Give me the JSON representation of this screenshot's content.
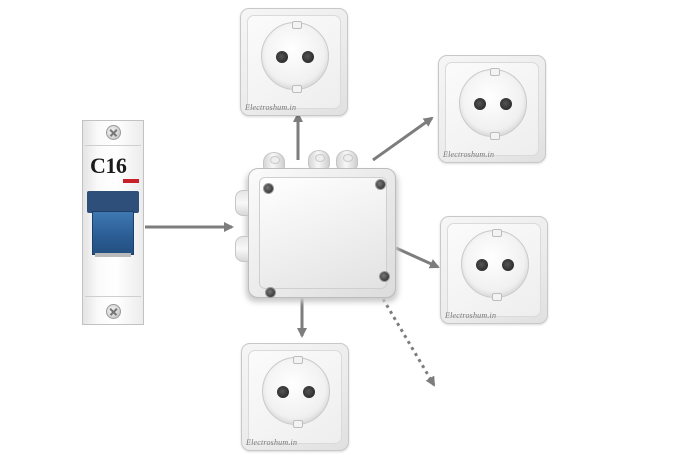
{
  "breaker": {
    "rating": "C16"
  },
  "sockets": [
    {
      "id": "top",
      "watermark": "Electroshum.in"
    },
    {
      "id": "upper-right",
      "watermark": "Electroshum.in"
    },
    {
      "id": "lower-right",
      "watermark": "Electroshum.in"
    },
    {
      "id": "bottom",
      "watermark": "Electroshum.in"
    }
  ],
  "connectors": [
    {
      "from": "breaker",
      "to": "junction-box",
      "style": "solid"
    },
    {
      "from": "junction-box",
      "to": "socket-top",
      "style": "solid"
    },
    {
      "from": "junction-box",
      "to": "socket-upper-right",
      "style": "solid"
    },
    {
      "from": "junction-box",
      "to": "socket-lower-right",
      "style": "solid"
    },
    {
      "from": "junction-box",
      "to": "socket-bottom",
      "style": "solid"
    },
    {
      "from": "junction-box",
      "to": "further-outlets",
      "style": "dotted"
    }
  ],
  "colors": {
    "arrow": "#7d7d7d",
    "breaker_lever": "#2a5c93",
    "breaker_mark": "#c8202a"
  }
}
